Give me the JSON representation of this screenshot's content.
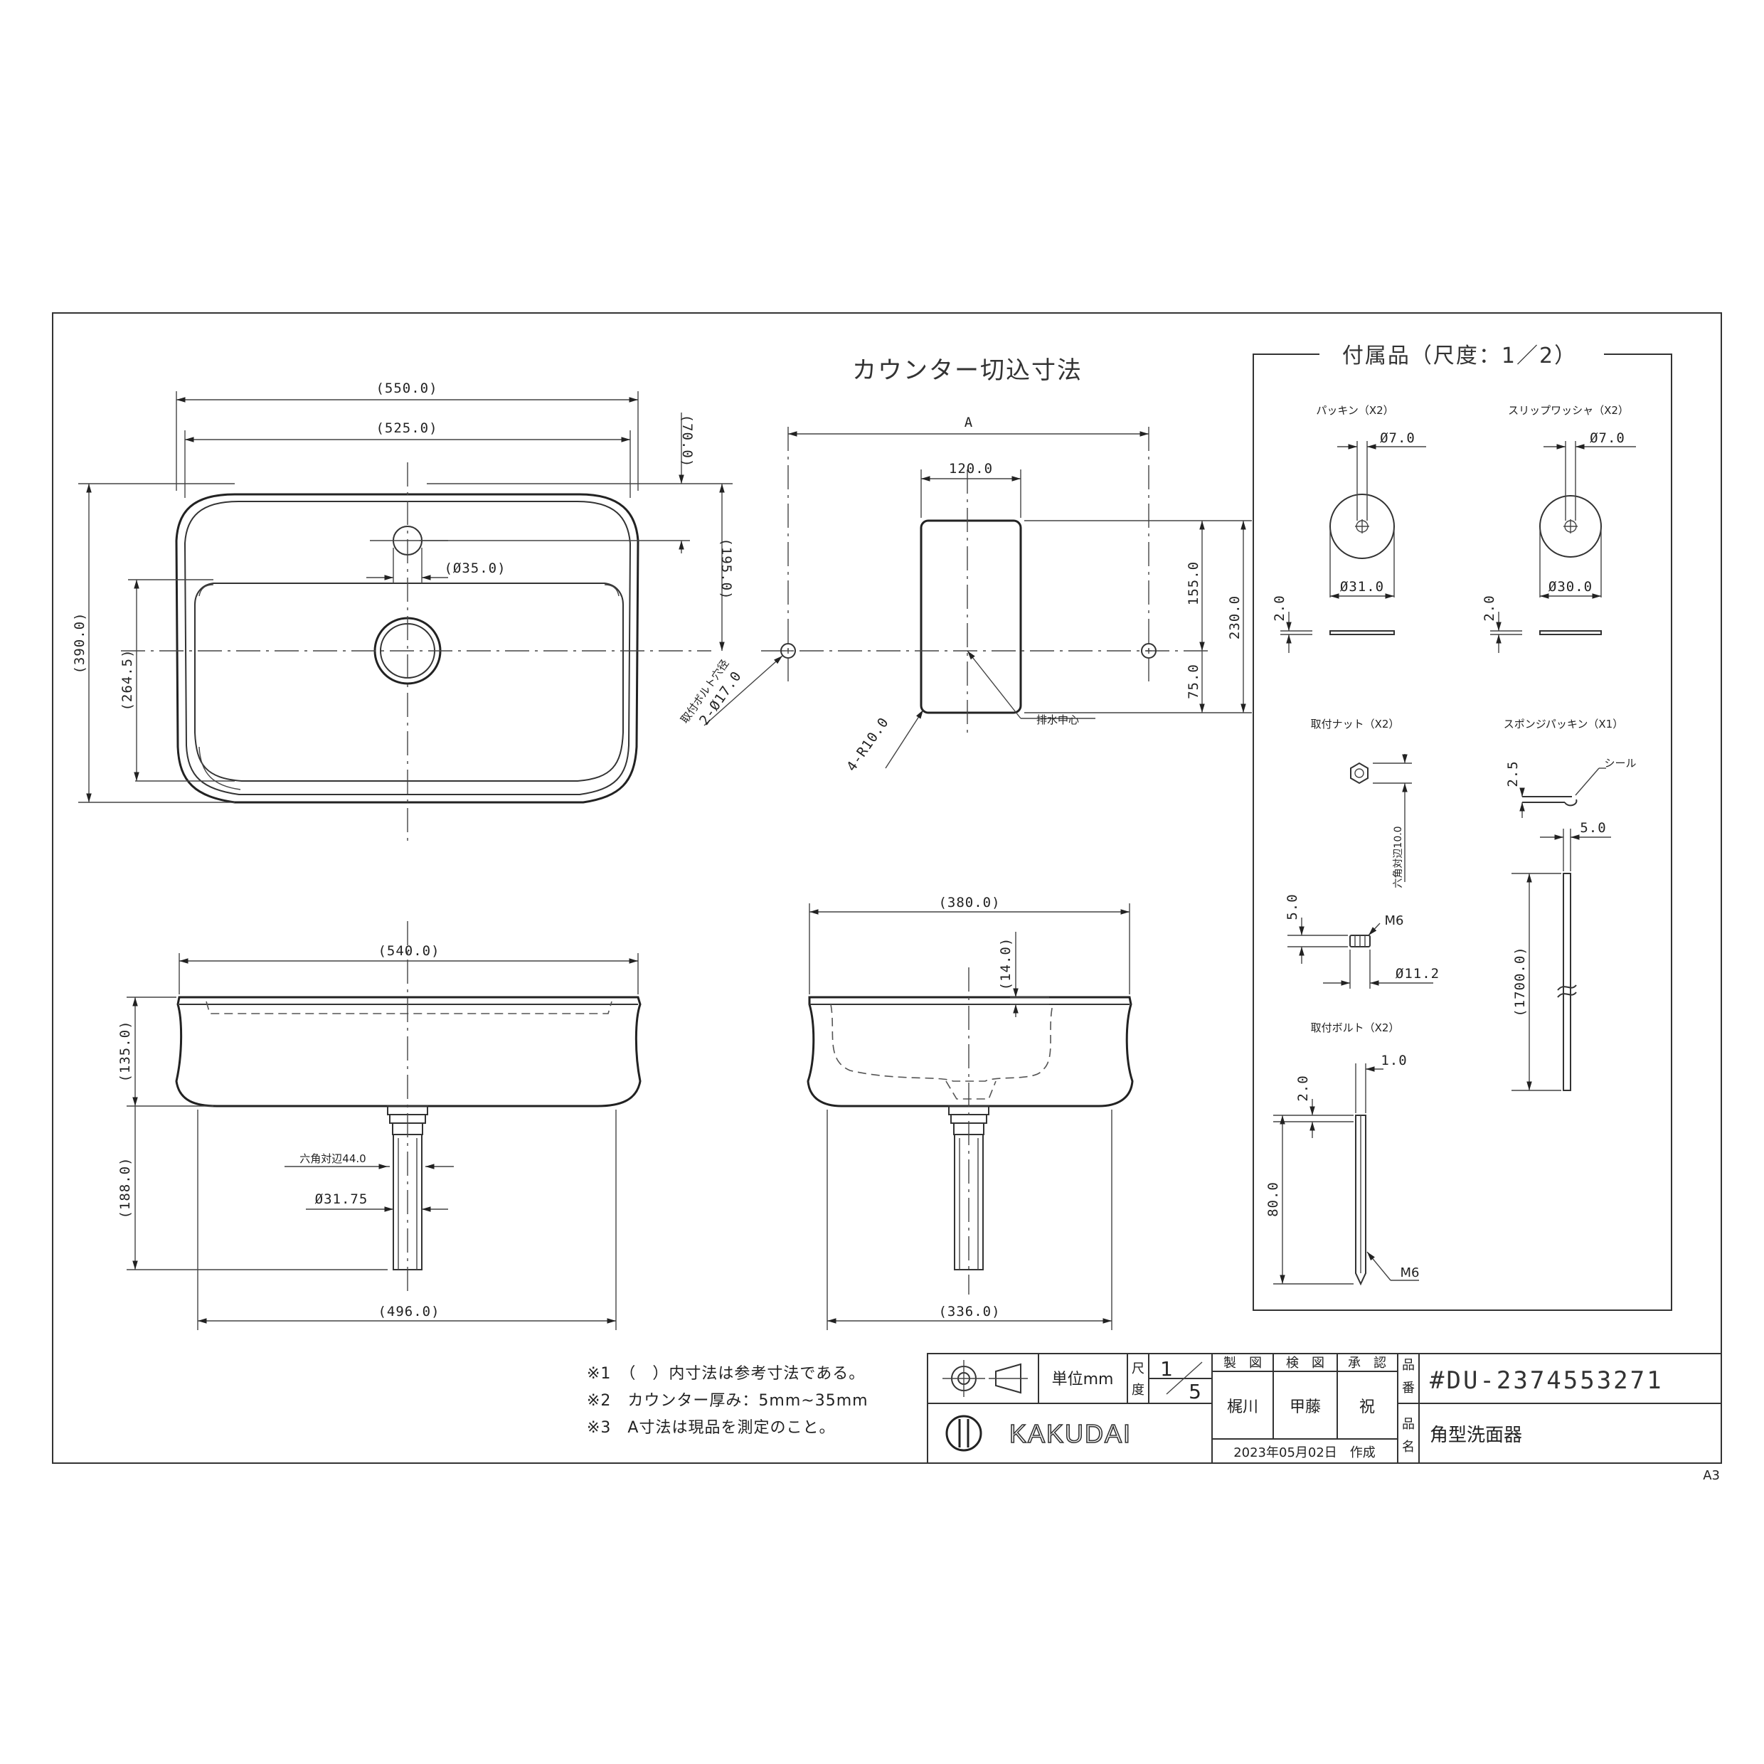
{
  "cutout": {
    "title": "カウンター切込寸法",
    "a_label": "A",
    "width": "120.0",
    "top": "155.0",
    "total": "230.0",
    "bottom": "75.0",
    "radius": "4-R10.0",
    "drain_center": "排水中心",
    "bolt_hole_1": "取付ボルト穴径",
    "bolt_hole_2": "2-Ø17.0"
  },
  "plan": {
    "w_outer": "(550.0)",
    "w_inner": "(525.0)",
    "d70": "(70.0)",
    "d195": "(195.0)",
    "hole": "(Ø35.0)",
    "h390": "(390.0)",
    "h264": "(264.5)"
  },
  "front": {
    "top_w": "(540.0)",
    "h135": "(135.0)",
    "h188": "(188.0)",
    "hex": "六角対辺44.0",
    "pipe": "Ø31.75",
    "bot_w": "(496.0)"
  },
  "side": {
    "top_w": "(380.0)",
    "h14": "(14.0)",
    "bot_w": "(336.0)"
  },
  "accessories": {
    "title": "付属品（尺度：1／2）",
    "packing": {
      "name": "パッキン（X2）",
      "inner": "Ø7.0",
      "outer": "Ø31.0",
      "thick": "2.0"
    },
    "washer": {
      "name": "スリップワッシャ（X2）",
      "inner": "Ø7.0",
      "outer": "Ø30.0",
      "thick": "2.0"
    },
    "nut": {
      "name": "取付ナット（X2）",
      "hex": "六角対辺10.0",
      "thread": "M6",
      "h": "5.0",
      "dia": "Ø11.2"
    },
    "sponge": {
      "name": "スポンジパッキン（X1）",
      "seal": "シール",
      "thick": "2.5",
      "w": "5.0",
      "len": "(1700.0)"
    },
    "bolt": {
      "name": "取付ボルト（X2）",
      "w": "1.0",
      "tip": "2.0",
      "len": "80.0",
      "thread": "M6"
    }
  },
  "notes": [
    "※1　（　）内寸法は参考寸法である。",
    "※2　カウンター厚み：5mm~35mm",
    "※3　A寸法は現品を測定のこと。"
  ],
  "titleblock": {
    "unit": "単位mm",
    "scale_label_1": "尺",
    "scale_label_2": "度",
    "scale_num": "1",
    "scale_den": "5",
    "draw_h": "製　図",
    "check_h": "検　図",
    "approve_h": "承　認",
    "draw_name": "梶川",
    "check_name": "甲藤",
    "approve_name": "祝",
    "date": "2023年05月02日　作成",
    "no_label_1": "品",
    "no_label_2": "番",
    "name_label_1": "品",
    "name_label_2": "名",
    "part_no": "#DU-2374553271",
    "part_name": "角型洗面器",
    "brand": "KAKUDAI",
    "sheet": "A3"
  }
}
